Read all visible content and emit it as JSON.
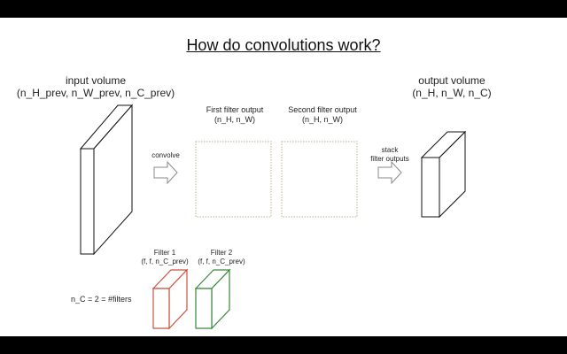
{
  "title": "How do convolutions work?",
  "input": {
    "label": "input volume",
    "dims": "(n_H_prev, n_W_prev, n_C_prev)"
  },
  "output": {
    "label": "output volume",
    "dims": "(n_H, n_W, n_C)"
  },
  "first_output": {
    "label": "First filter output",
    "dims": "(n_H, n_W)"
  },
  "second_output": {
    "label": "Second filter output",
    "dims": "(n_H, n_W)"
  },
  "convolve_label": "convolve",
  "stack_label": {
    "line1": "stack",
    "line2": "filter outputs"
  },
  "filter1": {
    "label": "Filter 1",
    "dims": "(f, f, n_C_prev)",
    "color": "#c8553d"
  },
  "filter2": {
    "label": "Filter 2",
    "dims": "(f, f, n_C_prev)",
    "color": "#3a8a3a"
  },
  "nc_equation": "n_C = 2 = #filters",
  "colors": {
    "dotted_square": "#b9b48a",
    "arrow": "#8a8a8a"
  }
}
